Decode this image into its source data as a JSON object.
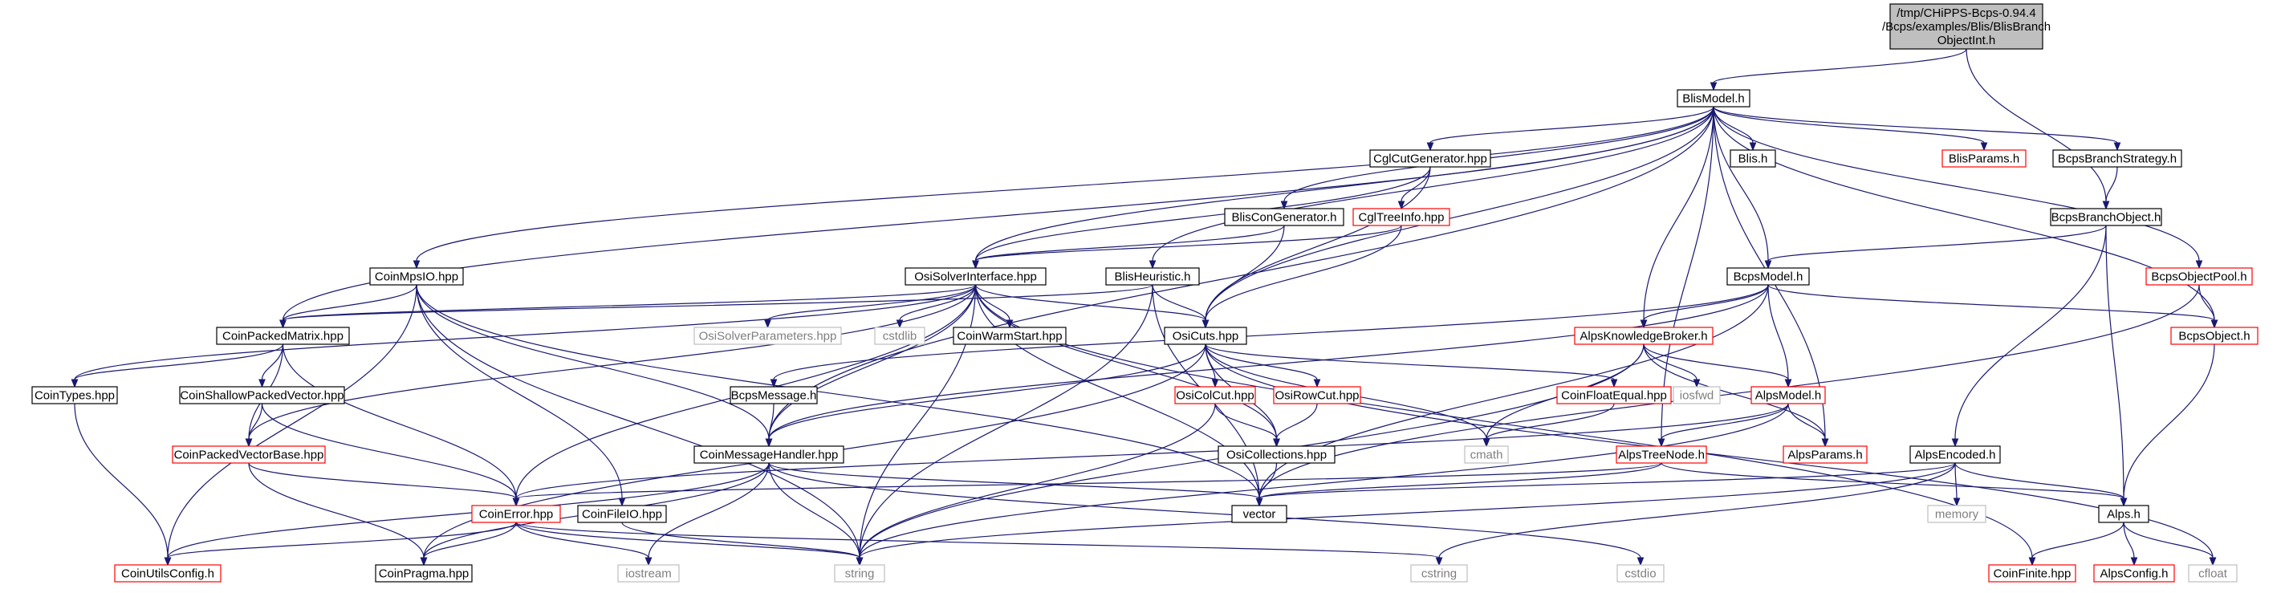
{
  "graph": {
    "root": {
      "lines": [
        "/tmp/CHiPPS-Bcps-0.94.4",
        "/Bcps/examples/Blis/BlisBranch",
        "ObjectInt.h"
      ]
    },
    "nodes": [
      {
        "id": "blismodel",
        "label": "BlisModel.h",
        "style": "normal"
      },
      {
        "id": "bcpsbranchobject",
        "label": "BcpsBranchObject.h",
        "style": "normal"
      },
      {
        "id": "cglcutgen",
        "label": "CglCutGenerator.hpp",
        "style": "normal"
      },
      {
        "id": "blis",
        "label": "Blis.h",
        "style": "normal"
      },
      {
        "id": "blisparams",
        "label": "BlisParams.h",
        "style": "red"
      },
      {
        "id": "bcpsbranchstrategy",
        "label": "BcpsBranchStrategy.h",
        "style": "normal"
      },
      {
        "id": "blisconggen",
        "label": "BlisConGenerator.h",
        "style": "normal"
      },
      {
        "id": "cgltreeinfo",
        "label": "CglTreeInfo.hpp",
        "style": "red"
      },
      {
        "id": "coinmpsio",
        "label": "CoinMpsIO.hpp",
        "style": "normal"
      },
      {
        "id": "osisolver",
        "label": "OsiSolverInterface.hpp",
        "style": "normal"
      },
      {
        "id": "blisheuristic",
        "label": "BlisHeuristic.h",
        "style": "normal"
      },
      {
        "id": "bcpsmodel",
        "label": "BcpsModel.h",
        "style": "normal"
      },
      {
        "id": "bcpsobjectpool",
        "label": "BcpsObjectPool.h",
        "style": "red"
      },
      {
        "id": "coinpackedmatrix",
        "label": "CoinPackedMatrix.hpp",
        "style": "normal"
      },
      {
        "id": "osisolverparams",
        "label": "OsiSolverParameters.hpp",
        "style": "gray"
      },
      {
        "id": "cstdlib",
        "label": "cstdlib",
        "style": "gray"
      },
      {
        "id": "coinwarmstart",
        "label": "CoinWarmStart.hpp",
        "style": "normal"
      },
      {
        "id": "osicuts",
        "label": "OsiCuts.hpp",
        "style": "normal"
      },
      {
        "id": "alpsknowledgebroker",
        "label": "AlpsKnowledgeBroker.h",
        "style": "red"
      },
      {
        "id": "bcpsobject",
        "label": "BcpsObject.h",
        "style": "red"
      },
      {
        "id": "cointypes",
        "label": "CoinTypes.hpp",
        "style": "normal"
      },
      {
        "id": "coinshallowpv",
        "label": "CoinShallowPackedVector.hpp",
        "style": "normal"
      },
      {
        "id": "bcpsmessage",
        "label": "BcpsMessage.h",
        "style": "normal"
      },
      {
        "id": "osicolcut",
        "label": "OsiColCut.hpp",
        "style": "red"
      },
      {
        "id": "osirowcut",
        "label": "OsiRowCut.hpp",
        "style": "red"
      },
      {
        "id": "coinfloatequal",
        "label": "CoinFloatEqual.hpp",
        "style": "red"
      },
      {
        "id": "iosfwd",
        "label": "iosfwd",
        "style": "gray"
      },
      {
        "id": "alpsmodel",
        "label": "AlpsModel.h",
        "style": "red"
      },
      {
        "id": "coinpackedvb",
        "label": "CoinPackedVectorBase.hpp",
        "style": "red"
      },
      {
        "id": "coinmsghandler",
        "label": "CoinMessageHandler.hpp",
        "style": "normal"
      },
      {
        "id": "osicollections",
        "label": "OsiCollections.hpp",
        "style": "normal"
      },
      {
        "id": "cmath",
        "label": "cmath",
        "style": "gray"
      },
      {
        "id": "alpstreenode",
        "label": "AlpsTreeNode.h",
        "style": "red"
      },
      {
        "id": "alpsparams",
        "label": "AlpsParams.h",
        "style": "red"
      },
      {
        "id": "alpsencoded",
        "label": "AlpsEncoded.h",
        "style": "normal"
      },
      {
        "id": "coinerror",
        "label": "CoinError.hpp",
        "style": "red"
      },
      {
        "id": "coinfileio",
        "label": "CoinFileIO.hpp",
        "style": "normal"
      },
      {
        "id": "vector",
        "label": "vector",
        "style": "normal"
      },
      {
        "id": "memory",
        "label": "memory",
        "style": "gray"
      },
      {
        "id": "alps",
        "label": "Alps.h",
        "style": "normal"
      },
      {
        "id": "coinutilsconfig",
        "label": "CoinUtilsConfig.h",
        "style": "red"
      },
      {
        "id": "coinpragma",
        "label": "CoinPragma.hpp",
        "style": "normal"
      },
      {
        "id": "iostream",
        "label": "iostream",
        "style": "gray"
      },
      {
        "id": "string",
        "label": "string",
        "style": "gray"
      },
      {
        "id": "cstring",
        "label": "cstring",
        "style": "gray"
      },
      {
        "id": "cstdio",
        "label": "cstdio",
        "style": "gray"
      },
      {
        "id": "coinfinite",
        "label": "CoinFinite.hpp",
        "style": "red"
      },
      {
        "id": "alpsconfig",
        "label": "AlpsConfig.h",
        "style": "red"
      },
      {
        "id": "cfloat",
        "label": "cfloat",
        "style": "gray"
      }
    ],
    "edges": [
      [
        "root",
        "blismodel"
      ],
      [
        "root",
        "bcpsbranchobject"
      ],
      [
        "blismodel",
        "cglcutgen"
      ],
      [
        "blismodel",
        "blis"
      ],
      [
        "blismodel",
        "blisparams"
      ],
      [
        "blismodel",
        "bcpsbranchstrategy"
      ],
      [
        "blismodel",
        "blisconggen"
      ],
      [
        "blismodel",
        "coinmpsio"
      ],
      [
        "blismodel",
        "osisolver"
      ],
      [
        "blismodel",
        "blisheuristic"
      ],
      [
        "blismodel",
        "bcpsmodel"
      ],
      [
        "blismodel",
        "bcpsobjectpool"
      ],
      [
        "blismodel",
        "coinpackedmatrix"
      ],
      [
        "blismodel",
        "osicuts"
      ],
      [
        "blismodel",
        "alpsknowledgebroker"
      ],
      [
        "blismodel",
        "coinmsghandler"
      ],
      [
        "blismodel",
        "alpstreenode"
      ],
      [
        "blismodel",
        "alpsparams"
      ],
      [
        "blismodel",
        "bcpsobject"
      ],
      [
        "cglcutgen",
        "osisolver"
      ],
      [
        "cglcutgen",
        "cgltreeinfo"
      ],
      [
        "cglcutgen",
        "osicuts"
      ],
      [
        "bcpsbranchstrategy",
        "bcpsbranchobject"
      ],
      [
        "bcpsbranchobject",
        "bcpsmodel"
      ],
      [
        "bcpsbranchobject",
        "alpsencoded"
      ],
      [
        "bcpsbranchobject",
        "alps"
      ],
      [
        "blisconggen",
        "osisolver"
      ],
      [
        "blisconggen",
        "osicuts"
      ],
      [
        "cgltreeinfo",
        "osisolver"
      ],
      [
        "cgltreeinfo",
        "osicuts"
      ],
      [
        "coinmpsio",
        "coinpackedmatrix"
      ],
      [
        "coinmpsio",
        "coinutilsconfig"
      ],
      [
        "coinmpsio",
        "coinmsghandler"
      ],
      [
        "coinmpsio",
        "coinfileio"
      ],
      [
        "coinmpsio",
        "string"
      ],
      [
        "coinmpsio",
        "vector"
      ],
      [
        "osisolver",
        "coinpackedmatrix"
      ],
      [
        "osisolver",
        "osisolverparams"
      ],
      [
        "osisolver",
        "cstdlib"
      ],
      [
        "osisolver",
        "coinwarmstart"
      ],
      [
        "osisolver",
        "osicuts"
      ],
      [
        "osisolver",
        "cointypes"
      ],
      [
        "osisolver",
        "coinpackedvb"
      ],
      [
        "osisolver",
        "coinmsghandler"
      ],
      [
        "osisolver",
        "osicollections"
      ],
      [
        "osisolver",
        "vector"
      ],
      [
        "osisolver",
        "string"
      ],
      [
        "osisolver",
        "coinerror"
      ],
      [
        "osisolver",
        "coinfinite"
      ],
      [
        "blisheuristic",
        "osicuts"
      ],
      [
        "blisheuristic",
        "coinpackedmatrix"
      ],
      [
        "blisheuristic",
        "vector"
      ],
      [
        "blisheuristic",
        "string"
      ],
      [
        "bcpsmodel",
        "alpsknowledgebroker"
      ],
      [
        "bcpsmodel",
        "alpsmodel"
      ],
      [
        "bcpsmodel",
        "bcpsobject"
      ],
      [
        "bcpsmodel",
        "bcpsmessage"
      ],
      [
        "bcpsmodel",
        "coinmsghandler"
      ],
      [
        "bcpsmodel",
        "vector"
      ],
      [
        "bcpsobjectpool",
        "bcpsobject"
      ],
      [
        "bcpsobjectpool",
        "vector"
      ],
      [
        "coinpackedmatrix",
        "cointypes"
      ],
      [
        "coinpackedmatrix",
        "coinshallowpv"
      ],
      [
        "coinpackedmatrix",
        "coinpackedvb"
      ],
      [
        "coinpackedmatrix",
        "coinerror"
      ],
      [
        "osicuts",
        "osicolcut"
      ],
      [
        "osicuts",
        "osirowcut"
      ],
      [
        "osicuts",
        "coinfloatequal"
      ],
      [
        "osicuts",
        "osicollections"
      ],
      [
        "osicuts",
        "cmath"
      ],
      [
        "osicuts",
        "coinpragma"
      ],
      [
        "osicuts",
        "coinmsghandler"
      ],
      [
        "osicuts",
        "cfloat"
      ],
      [
        "alpsknowledgebroker",
        "alpsmodel"
      ],
      [
        "alpsknowledgebroker",
        "alpsparams"
      ],
      [
        "alpsknowledgebroker",
        "iosfwd"
      ],
      [
        "alpsknowledgebroker",
        "cmath"
      ],
      [
        "alpsknowledgebroker",
        "string"
      ],
      [
        "bcpsobject",
        "alps"
      ],
      [
        "cointypes",
        "coinutilsconfig"
      ],
      [
        "coinshallowpv",
        "coinpackedvb"
      ],
      [
        "coinshallowpv",
        "coinerror"
      ],
      [
        "bcpsmessage",
        "coinmsghandler"
      ],
      [
        "osicolcut",
        "osicollections"
      ],
      [
        "osicolcut",
        "string"
      ],
      [
        "osirowcut",
        "osicollections"
      ],
      [
        "coinfloatequal",
        "cmath"
      ],
      [
        "alpsmodel",
        "alpstreenode"
      ],
      [
        "alpsmodel",
        "alpsparams"
      ],
      [
        "alpsmodel",
        "coinerror"
      ],
      [
        "alpsmodel",
        "string"
      ],
      [
        "coinpackedvb",
        "coinerror"
      ],
      [
        "coinpackedvb",
        "coinpragma"
      ],
      [
        "coinmsghandler",
        "coinutilsconfig"
      ],
      [
        "coinmsghandler",
        "coinpragma"
      ],
      [
        "coinmsghandler",
        "iostream"
      ],
      [
        "coinmsghandler",
        "string"
      ],
      [
        "coinmsghandler",
        "cstdio"
      ],
      [
        "coinmsghandler",
        "vector"
      ],
      [
        "osicollections",
        "vector"
      ],
      [
        "alpstreenode",
        "alps"
      ],
      [
        "alpstreenode",
        "vector"
      ],
      [
        "alpstreenode",
        "coinerror"
      ],
      [
        "alpsencoded",
        "alps"
      ],
      [
        "alpsencoded",
        "memory"
      ],
      [
        "alpsencoded",
        "vector"
      ],
      [
        "alpsencoded",
        "string"
      ],
      [
        "alpsencoded",
        "cstring"
      ],
      [
        "coinerror",
        "coinutilsconfig"
      ],
      [
        "coinerror",
        "coinpragma"
      ],
      [
        "coinerror",
        "iostream"
      ],
      [
        "coinerror",
        "string"
      ],
      [
        "coinerror",
        "cstring"
      ],
      [
        "coinfileio",
        "string"
      ],
      [
        "alps",
        "coinfinite"
      ],
      [
        "alps",
        "alpsconfig"
      ],
      [
        "alps",
        "cfloat"
      ]
    ]
  },
  "colors": {
    "edge": "#191970",
    "root_fill": "#bfbfbf",
    "red_border": "#ff0000",
    "gray_border": "#bfbfbf",
    "gray_text": "#7f7f7f",
    "normal_border": "#000000",
    "text": "#000000"
  }
}
